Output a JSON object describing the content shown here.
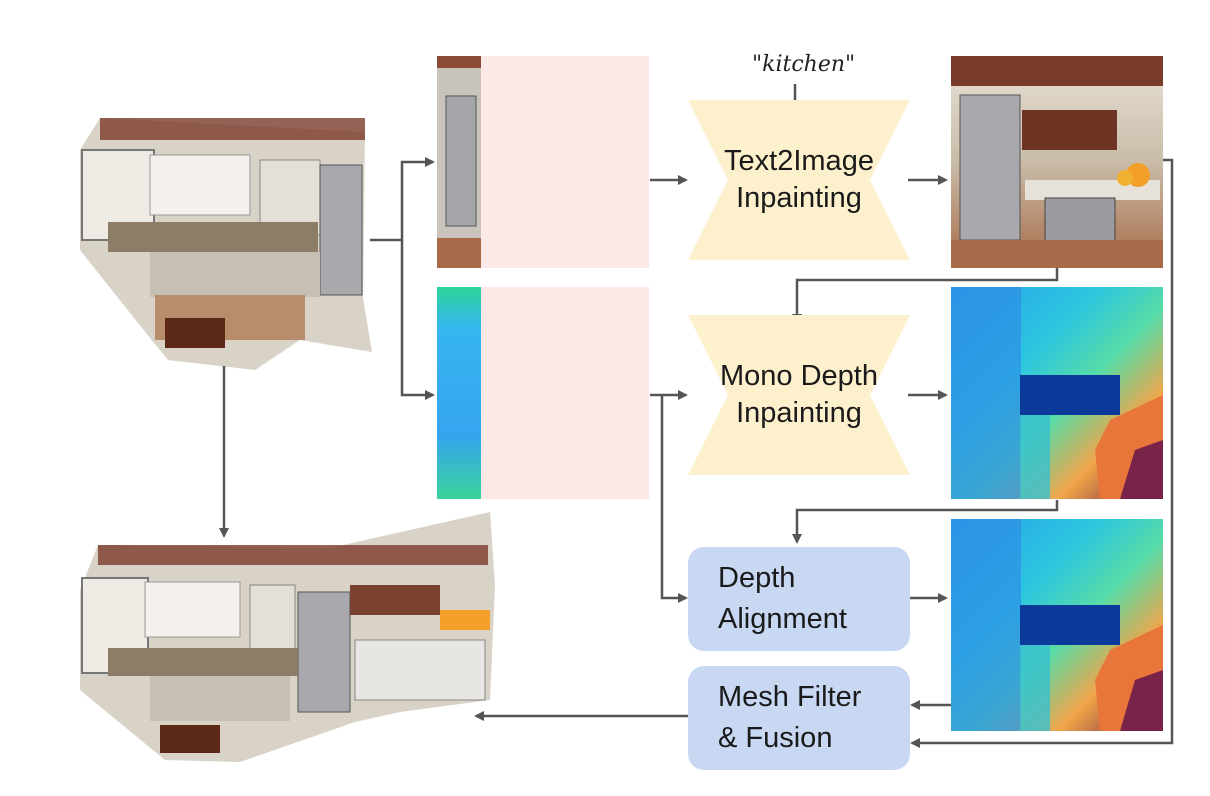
{
  "prompt": "\"kitchen\"",
  "blocks": {
    "text2image": "Text2Image\nInpainting",
    "mono_depth": "Mono Depth\nInpainting",
    "depth_alignment": "Depth\nAlignment",
    "mesh_filter": "Mesh Filter\n& Fusion"
  },
  "colors": {
    "inpainting_block": "#fdf0cc",
    "processing_block": "#c8d8f2",
    "mask_region": "#fde8e8",
    "arrow": "#555555"
  }
}
